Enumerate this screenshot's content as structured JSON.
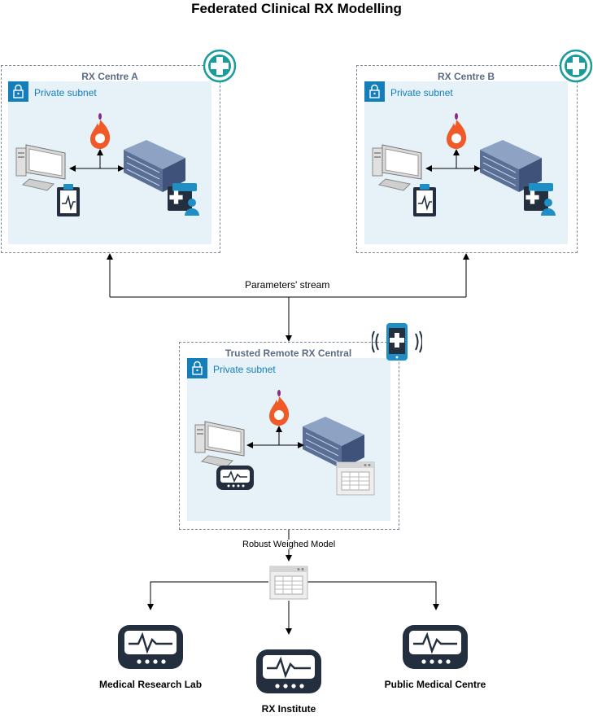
{
  "title": "Federated Clinical RX Modelling",
  "centre_a": {
    "label": "RX Centre A",
    "subnet": "Private subnet"
  },
  "centre_b": {
    "label": "RX Centre B",
    "subnet": "Private subnet"
  },
  "central": {
    "label": "Trusted Remote RX Central",
    "subnet": "Private subnet"
  },
  "edges": {
    "parameters_stream": "Parameters' stream",
    "robust_model": "Robust Weighed Model"
  },
  "outputs": [
    {
      "label": "Medical Research Lab"
    },
    {
      "label": "RX Institute"
    },
    {
      "label": "Public Medical Centre"
    }
  ],
  "colors": {
    "subnet_fill": "#e6f2f8",
    "subnet_accent": "#147eba",
    "group_border": "#7d8998",
    "navy": "#232f3e",
    "flame": "#f05a28",
    "medical_teal": "#1a9c9c",
    "server_blue": "#5a6f96"
  }
}
